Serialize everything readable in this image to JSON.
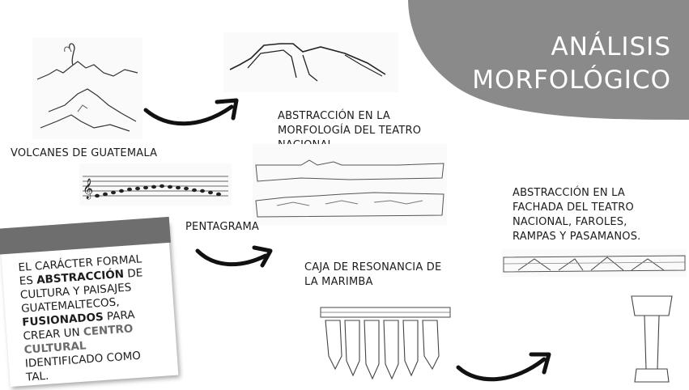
{
  "title": {
    "line1": "ANÁLISIS",
    "line2": "MORFOLÓGICO"
  },
  "labels": {
    "volcanes": "VOLCANES DE GUATEMALA",
    "abstraccion_morfologia": [
      "ABSTRACCIÓN EN LA",
      "MORFOLOGÍA DEL TEATRO",
      "NACIONAL"
    ],
    "pentagrama": "PENTAGRAMA",
    "caja": [
      "CAJA DE RESONANCIA DE",
      "LA MARIMBA"
    ],
    "abstraccion_fachada": [
      "ABSTRACCIÓN EN LA",
      "FACHADA DEL TEATRO",
      "NACIONAL, FAROLES,",
      "RAMPAS Y PASAMANOS."
    ]
  },
  "note": {
    "l1": "EL CARÁCTER FORMAL",
    "l2a": "ES ",
    "l2b": "ABSTRACCIÓN",
    "l2c": " DE",
    "l3": "CULTURA Y PAISAJES",
    "l4": "GUATEMALTECOS,",
    "l5a": "FUSIONADOS",
    "l5b": " PARA",
    "l6a": "CREAR UN ",
    "l6b": "CENTRO",
    "l7": "CULTURAL",
    "l8": "IDENTIFICADO COMO",
    "l9": "TAL."
  },
  "colors": {
    "title_bg": "#8a8a8a",
    "note_tab": "#6e6e6e",
    "highlight": "#6b6b6b",
    "ink": "#1c1c1c"
  }
}
